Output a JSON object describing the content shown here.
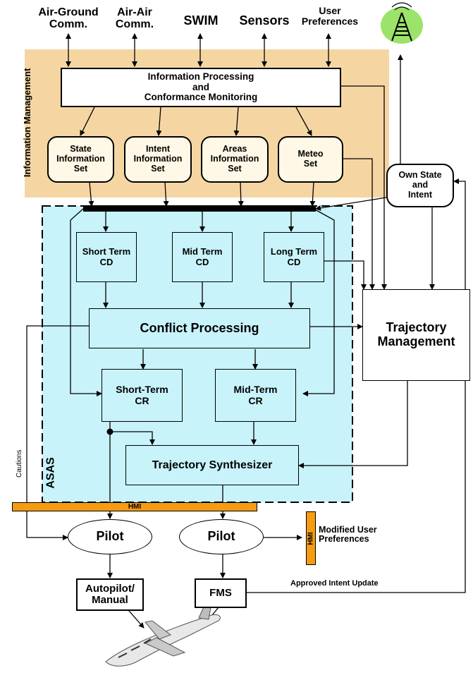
{
  "colors": {
    "info_mgmt_bg": "#f5d6a3",
    "asas_bg": "#c8f3fb",
    "hmi_bar": "#f59c12",
    "tower_green": "#9be36a"
  },
  "top_inputs": {
    "air_ground": "Air-Ground\nComm.",
    "air_air": "Air-Air\nComm.",
    "swim": "SWIM",
    "sensors": "Sensors",
    "user_prefs": "User\nPreferences"
  },
  "info_management": {
    "section_label": "Information Management",
    "processing_box": "Information Processing\nand\nConformance Monitoring",
    "sets": {
      "state": "State\nInformation\nSet",
      "intent": "Intent\nInformation\nSet",
      "areas": "Areas\nInformation\nSet",
      "meteo": "Meteo\nSet"
    }
  },
  "own_state": "Own State\nand\nIntent",
  "asas": {
    "section_label": "ASAS",
    "short_term_cd": "Short Term\nCD",
    "mid_term_cd": "Mid Term\nCD",
    "long_term_cd": "Long Term\nCD",
    "conflict_processing": "Conflict Processing",
    "short_term_cr": "Short-Term\nCR",
    "mid_term_cr": "Mid-Term\nCR",
    "trajectory_synthesizer": "Trajectory Synthesizer"
  },
  "trajectory_management": "Trajectory\nManagement",
  "hmi_label": "HMI",
  "cautions_label": "Cautions",
  "pilot_left": "Pilot",
  "pilot_right": "Pilot",
  "modified_user_prefs": "Modified User\nPreferences",
  "autopilot": "Autopilot/\nManual",
  "fms": "FMS",
  "approved_intent_update": "Approved Intent Update",
  "icons": {
    "tower": "radio-tower-icon",
    "aircraft": "aircraft-icon"
  }
}
